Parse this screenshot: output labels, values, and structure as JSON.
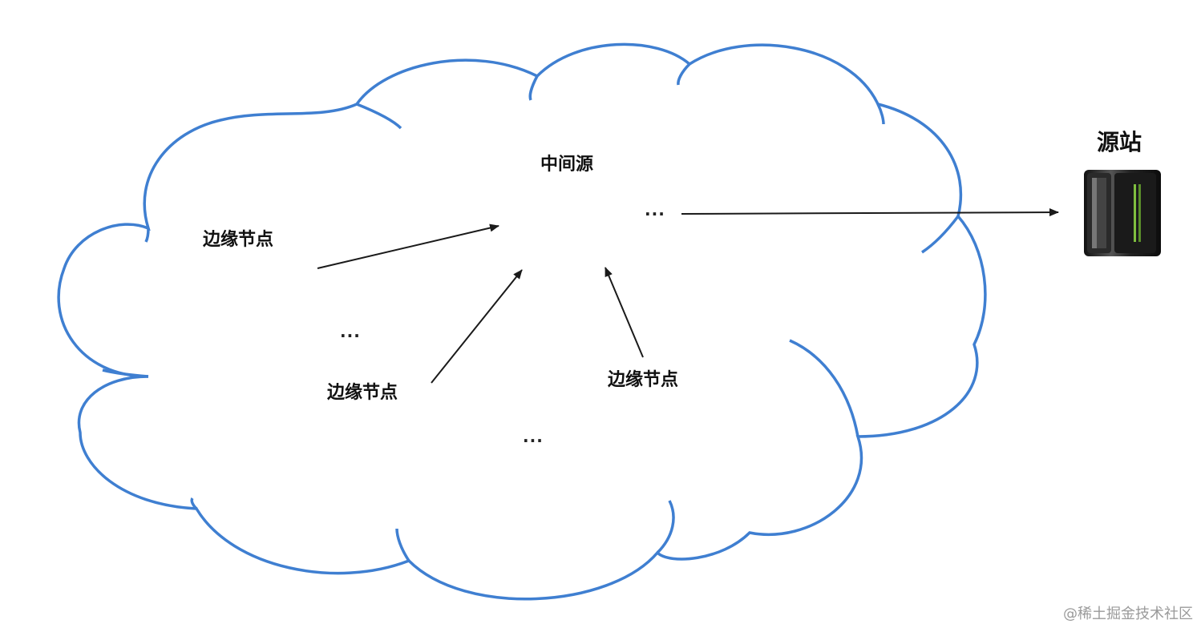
{
  "nodes": {
    "middle_label": "中间源",
    "origin_label": "源站",
    "edge_labels": [
      "边缘节点",
      "边缘节点",
      "边缘节点"
    ]
  },
  "ellipsis": [
    "...",
    "...",
    "..."
  ],
  "watermark": "@稀土掘金技术社区",
  "colors": {
    "cloud_stroke": "#3f7fd1",
    "arrow": "#1a1a1a",
    "server_dark": "#1f2226",
    "server_light": "#3f8fc6"
  }
}
